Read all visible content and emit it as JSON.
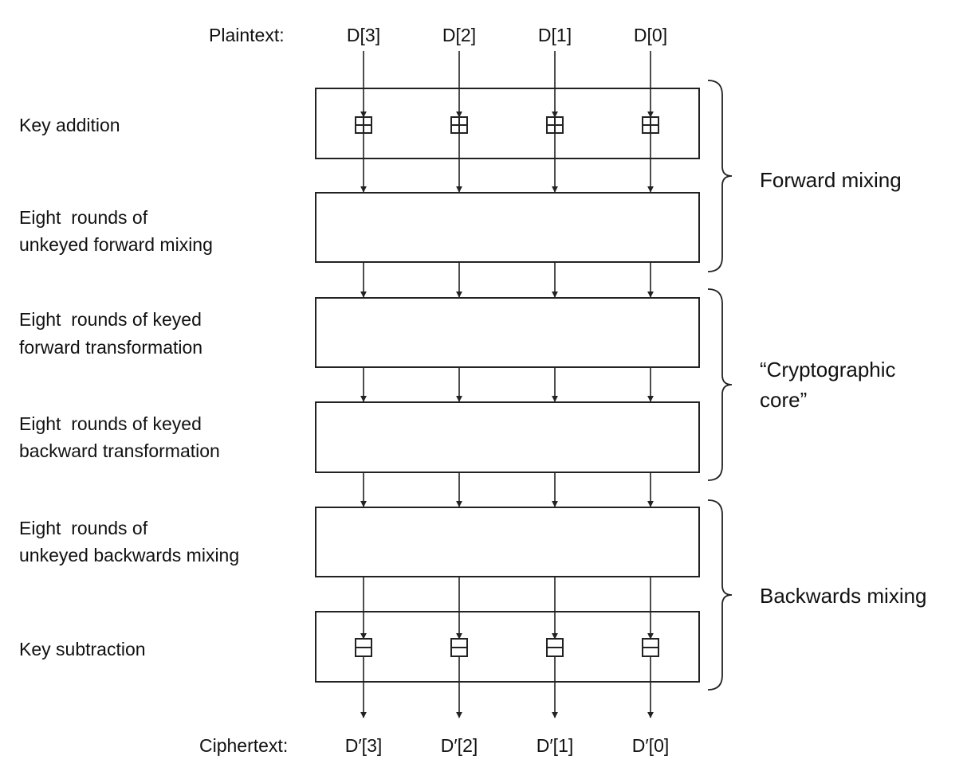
{
  "plaintext_label": "Plaintext:",
  "ciphertext_label": "Ciphertext:",
  "inputs": [
    "D[3]",
    "D[2]",
    "D[1]",
    "D[0]"
  ],
  "outputs": [
    "D′[3]",
    "D′[2]",
    "D′[1]",
    "D′[0]"
  ],
  "stages": [
    {
      "lines": [
        "Key addition"
      ],
      "op": "add"
    },
    {
      "lines": [
        "Eight  rounds of",
        "unkeyed forward mixing"
      ]
    },
    {
      "lines": [
        "Eight  rounds of keyed",
        "forward transformation"
      ]
    },
    {
      "lines": [
        "Eight  rounds of keyed",
        "backward transformation"
      ]
    },
    {
      "lines": [
        "Eight  rounds of",
        "unkeyed backwards mixing"
      ]
    },
    {
      "lines": [
        "Key subtraction"
      ],
      "op": "sub"
    }
  ],
  "groups": [
    {
      "lines": [
        "Forward mixing"
      ]
    },
    {
      "lines": [
        "“Cryptographic",
        "core”"
      ]
    },
    {
      "lines": [
        "Backwards mixing"
      ]
    }
  ]
}
